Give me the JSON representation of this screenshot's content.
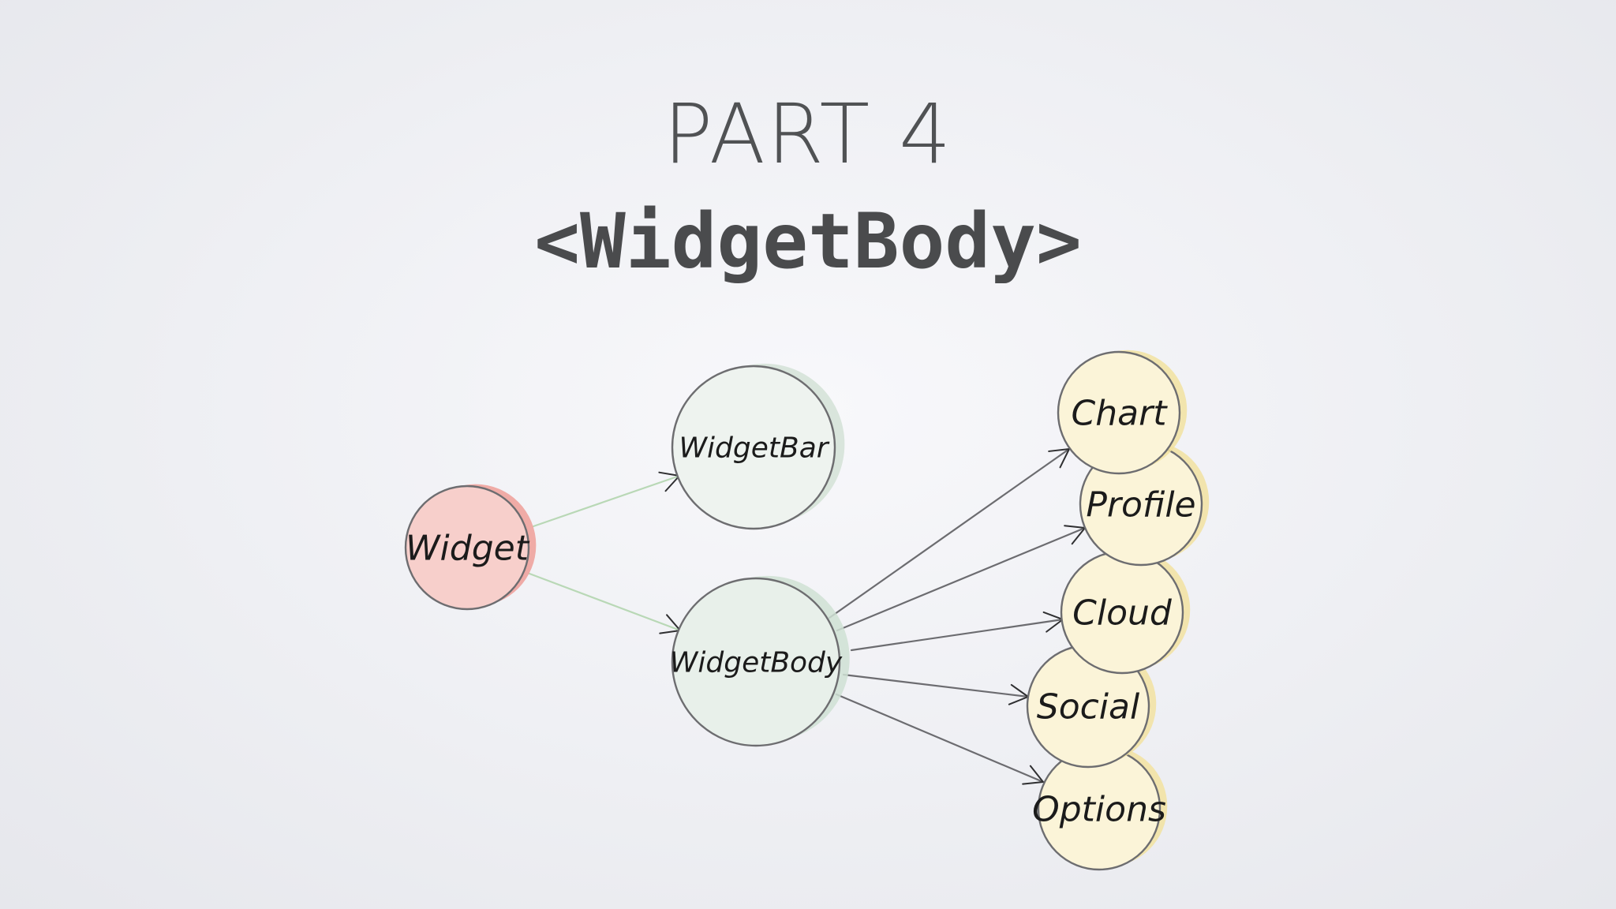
{
  "slide": {
    "title": "PART 4",
    "subtitle": "<WidgetBody>"
  },
  "diagram": {
    "nodes": [
      {
        "id": "widget",
        "label": "Widget",
        "fill": "#f7cfcb",
        "shade": "#ef9e98"
      },
      {
        "id": "widgetbar",
        "label": "WidgetBar",
        "fill": "#eef3ef",
        "shade": "#d3e2d6"
      },
      {
        "id": "widgetbody",
        "label": "WidgetBody",
        "fill": "#e8f0ea",
        "shade": "#cfe0d3"
      },
      {
        "id": "chart",
        "label": "Chart",
        "fill": "#fbf4d8",
        "shade": "#f2e2a0"
      },
      {
        "id": "profile",
        "label": "Profile",
        "fill": "#fbf4d8",
        "shade": "#f2e2a0"
      },
      {
        "id": "cloud",
        "label": "Cloud",
        "fill": "#fbf4d8",
        "shade": "#f2e2a0"
      },
      {
        "id": "social",
        "label": "Social",
        "fill": "#fbf4d8",
        "shade": "#f2e2a0"
      },
      {
        "id": "options",
        "label": "Options",
        "fill": "#fbf4d8",
        "shade": "#f2e2a0"
      }
    ],
    "edges": [
      {
        "from": "widget",
        "to": "widgetbar",
        "color": "#b9d8b6"
      },
      {
        "from": "widget",
        "to": "widgetbody",
        "color": "#b9d8b6"
      },
      {
        "from": "widgetbody",
        "to": "chart",
        "color": "#6c6c70"
      },
      {
        "from": "widgetbody",
        "to": "profile",
        "color": "#6c6c70"
      },
      {
        "from": "widgetbody",
        "to": "cloud",
        "color": "#6c6c70"
      },
      {
        "from": "widgetbody",
        "to": "social",
        "color": "#6c6c70"
      },
      {
        "from": "widgetbody",
        "to": "options",
        "color": "#6c6c70"
      }
    ]
  }
}
